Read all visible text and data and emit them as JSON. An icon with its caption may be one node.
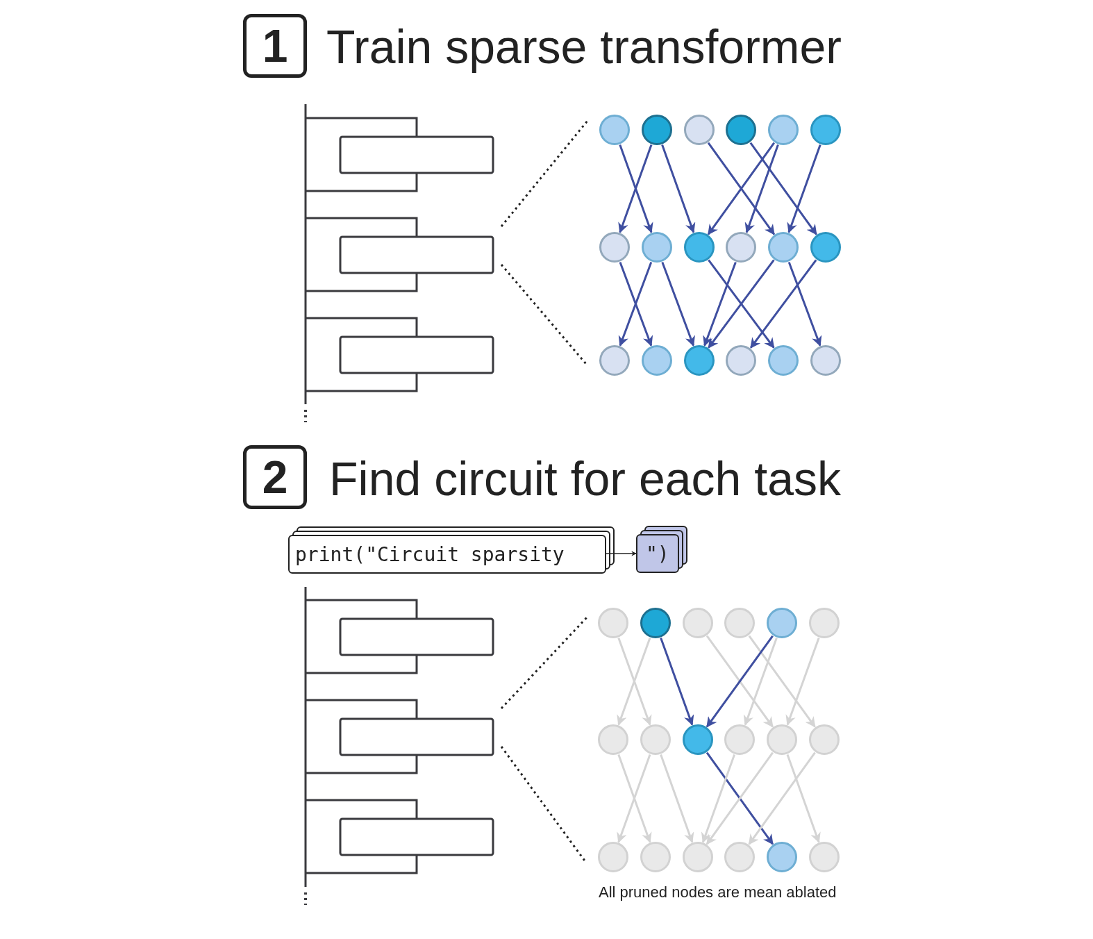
{
  "diagram": {
    "nodes": [
      {
        "text": [
          "1"
        ],
        "beside": [
          "Train sparse transformer"
        ]
      },
      {
        "text": [],
        "shape": "circle"
      },
      {
        "text": [],
        "shape": "circle"
      },
      {
        "text": [],
        "shape": "circle"
      },
      {
        "text": [],
        "shape": "circle"
      },
      {
        "text": [],
        "shape": "circle"
      },
      {
        "text": [],
        "shape": "circle"
      },
      {
        "text": [],
        "shape": "circle"
      },
      {
        "text": [],
        "shape": "circle"
      },
      {
        "text": [],
        "shape": "circle"
      },
      {
        "text": [],
        "shape": "circle"
      },
      {
        "text": [],
        "shape": "circle"
      },
      {
        "text": [],
        "shape": "circle"
      },
      {
        "text": [],
        "shape": "circle"
      },
      {
        "text": [],
        "shape": "circle"
      },
      {
        "text": [],
        "shape": "circle"
      },
      {
        "text": [],
        "shape": "circle"
      },
      {
        "text": [],
        "shape": "circle"
      },
      {
        "text": [],
        "shape": "circle"
      },
      {
        "text": [
          "2"
        ],
        "beside": [
          "Find circuit for each task"
        ]
      },
      {
        "text": [
          "print(\"Circuit sparsity"
        ]
      },
      {
        "text": [
          "\")"
        ]
      },
      {
        "text": [],
        "shape": "circle"
      },
      {
        "text": [],
        "shape": "circle"
      },
      {
        "text": [],
        "shape": "circle"
      },
      {
        "text": [],
        "shape": "circle"
      },
      {
        "text": [],
        "shape": "circle"
      },
      {
        "text": [],
        "shape": "circle"
      },
      {
        "text": [],
        "shape": "circle"
      },
      {
        "text": [],
        "shape": "circle"
      },
      {
        "text": [],
        "shape": "circle"
      },
      {
        "text": [],
        "shape": "circle"
      },
      {
        "text": [],
        "shape": "circle"
      },
      {
        "text": [],
        "shape": "circle"
      },
      {
        "text": [],
        "shape": "circle"
      },
      {
        "text": [],
        "shape": "circle"
      },
      {
        "text": [],
        "shape": "circle"
      },
      {
        "text": [],
        "shape": "circle"
      },
      {
        "text": [],
        "shape": "circle"
      },
      {
        "text": [],
        "shape": "circle"
      }
    ],
    "edges": [
      {
        "from": 1,
        "to": 8,
        "arrow": "to"
      },
      {
        "from": 2,
        "to": 7,
        "arrow": "to"
      },
      {
        "from": 2,
        "to": 9,
        "arrow": "to"
      },
      {
        "from": 3,
        "to": 11,
        "arrow": "to"
      },
      {
        "from": 4,
        "to": 12,
        "arrow": "to"
      },
      {
        "from": 5,
        "to": 9,
        "arrow": "to"
      },
      {
        "from": 5,
        "to": 10,
        "arrow": "to"
      },
      {
        "from": 6,
        "to": 11,
        "arrow": "to"
      },
      {
        "from": 7,
        "to": 14,
        "arrow": "to"
      },
      {
        "from": 8,
        "to": 13,
        "arrow": "to"
      },
      {
        "from": 8,
        "to": 15,
        "arrow": "to"
      },
      {
        "from": 9,
        "to": 17,
        "arrow": "to"
      },
      {
        "from": 10,
        "to": 15,
        "arrow": "to"
      },
      {
        "from": 11,
        "to": 15,
        "arrow": "to"
      },
      {
        "from": 11,
        "to": 18,
        "arrow": "to"
      },
      {
        "from": 12,
        "to": 16,
        "arrow": "to"
      },
      {
        "from": 20,
        "to": 21,
        "arrow": "to",
        "color": "#222222"
      },
      {
        "from": 22,
        "to": 29,
        "arrow": "to",
        "color": "#d4d4d4"
      },
      {
        "from": 23,
        "to": 28,
        "arrow": "to",
        "color": "#d4d4d4"
      },
      {
        "from": 23,
        "to": 30,
        "arrow": "to"
      },
      {
        "from": 24,
        "to": 32,
        "arrow": "to",
        "color": "#d4d4d4"
      },
      {
        "from": 25,
        "to": 33,
        "arrow": "to",
        "color": "#d4d4d4"
      },
      {
        "from": 26,
        "to": 30,
        "arrow": "to"
      },
      {
        "from": 26,
        "to": 31,
        "arrow": "to",
        "color": "#d4d4d4"
      },
      {
        "from": 27,
        "to": 32,
        "arrow": "to",
        "color": "#d4d4d4"
      },
      {
        "from": 28,
        "to": 35,
        "arrow": "to",
        "color": "#d4d4d4"
      },
      {
        "from": 29,
        "to": 34,
        "arrow": "to",
        "color": "#d4d4d4"
      },
      {
        "from": 29,
        "to": 36,
        "arrow": "to",
        "color": "#d4d4d4"
      },
      {
        "from": 30,
        "to": 38,
        "arrow": "to"
      },
      {
        "from": 31,
        "to": 36,
        "arrow": "to",
        "color": "#d4d4d4"
      },
      {
        "from": 32,
        "to": 36,
        "arrow": "to",
        "color": "#d4d4d4"
      },
      {
        "from": 32,
        "to": 39,
        "arrow": "to",
        "color": "#d4d4d4"
      },
      {
        "from": 33,
        "to": 37,
        "arrow": "to",
        "color": "#d4d4d4"
      }
    ],
    "labels": [
      "All pruned nodes are mean ablated"
    ]
  }
}
